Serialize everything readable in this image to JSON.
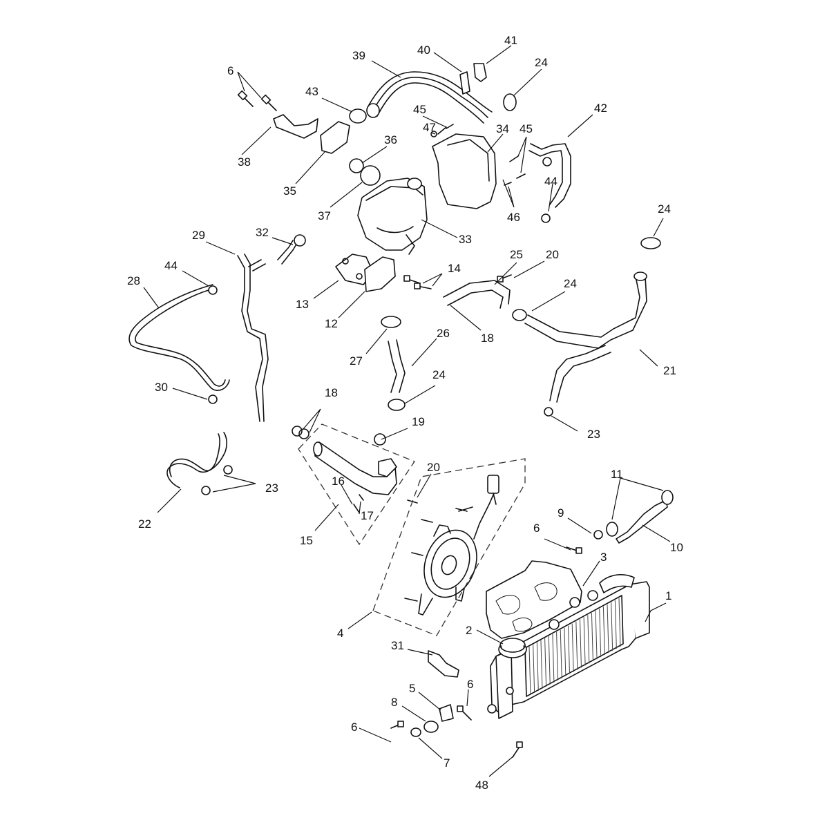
{
  "diagram": {
    "part_numbers": [
      "1",
      "2",
      "3",
      "4",
      "5",
      "6",
      "7",
      "8",
      "9",
      "10",
      "11",
      "12",
      "13",
      "14",
      "15",
      "16",
      "17",
      "18",
      "19",
      "20",
      "21",
      "22",
      "23",
      "24",
      "25",
      "26",
      "27",
      "28",
      "29",
      "30",
      "31",
      "32",
      "33",
      "34",
      "35",
      "36",
      "37",
      "38",
      "39",
      "40",
      "41",
      "42",
      "43",
      "44",
      "45",
      "46",
      "47",
      "48"
    ]
  },
  "callouts": [
    {
      "id": "c1",
      "text": "1"
    },
    {
      "id": "c2",
      "text": "2"
    },
    {
      "id": "c3",
      "text": "3"
    },
    {
      "id": "c4",
      "text": "4"
    },
    {
      "id": "c5",
      "text": "5"
    },
    {
      "id": "c6a",
      "text": "6"
    },
    {
      "id": "c6b",
      "text": "6"
    },
    {
      "id": "c6c",
      "text": "6"
    },
    {
      "id": "c6d",
      "text": "6"
    },
    {
      "id": "c7",
      "text": "7"
    },
    {
      "id": "c8",
      "text": "8"
    },
    {
      "id": "c9",
      "text": "9"
    },
    {
      "id": "c10",
      "text": "10"
    },
    {
      "id": "c11",
      "text": "11"
    },
    {
      "id": "c12",
      "text": "12"
    },
    {
      "id": "c13",
      "text": "13"
    },
    {
      "id": "c14",
      "text": "14"
    },
    {
      "id": "c15",
      "text": "15"
    },
    {
      "id": "c16",
      "text": "16"
    },
    {
      "id": "c17",
      "text": "17"
    },
    {
      "id": "c18a",
      "text": "18"
    },
    {
      "id": "c18b",
      "text": "18"
    },
    {
      "id": "c19",
      "text": "19"
    },
    {
      "id": "c20a",
      "text": "20"
    },
    {
      "id": "c20b",
      "text": "20"
    },
    {
      "id": "c21",
      "text": "21"
    },
    {
      "id": "c22",
      "text": "22"
    },
    {
      "id": "c23a",
      "text": "23"
    },
    {
      "id": "c23b",
      "text": "23"
    },
    {
      "id": "c24a",
      "text": "24"
    },
    {
      "id": "c24b",
      "text": "24"
    },
    {
      "id": "c24c",
      "text": "24"
    },
    {
      "id": "c24d",
      "text": "24"
    },
    {
      "id": "c25",
      "text": "25"
    },
    {
      "id": "c26",
      "text": "26"
    },
    {
      "id": "c27",
      "text": "27"
    },
    {
      "id": "c28",
      "text": "28"
    },
    {
      "id": "c29",
      "text": "29"
    },
    {
      "id": "c30",
      "text": "30"
    },
    {
      "id": "c31",
      "text": "31"
    },
    {
      "id": "c32",
      "text": "32"
    },
    {
      "id": "c33",
      "text": "33"
    },
    {
      "id": "c34",
      "text": "34"
    },
    {
      "id": "c35",
      "text": "35"
    },
    {
      "id": "c36",
      "text": "36"
    },
    {
      "id": "c37",
      "text": "37"
    },
    {
      "id": "c38",
      "text": "38"
    },
    {
      "id": "c39",
      "text": "39"
    },
    {
      "id": "c40",
      "text": "40"
    },
    {
      "id": "c41",
      "text": "41"
    },
    {
      "id": "c42",
      "text": "42"
    },
    {
      "id": "c43",
      "text": "43"
    },
    {
      "id": "c44a",
      "text": "44"
    },
    {
      "id": "c44b",
      "text": "44"
    },
    {
      "id": "c45a",
      "text": "45"
    },
    {
      "id": "c45b",
      "text": "45"
    },
    {
      "id": "c46",
      "text": "46"
    },
    {
      "id": "c47",
      "text": "47"
    },
    {
      "id": "c48",
      "text": "48"
    }
  ]
}
